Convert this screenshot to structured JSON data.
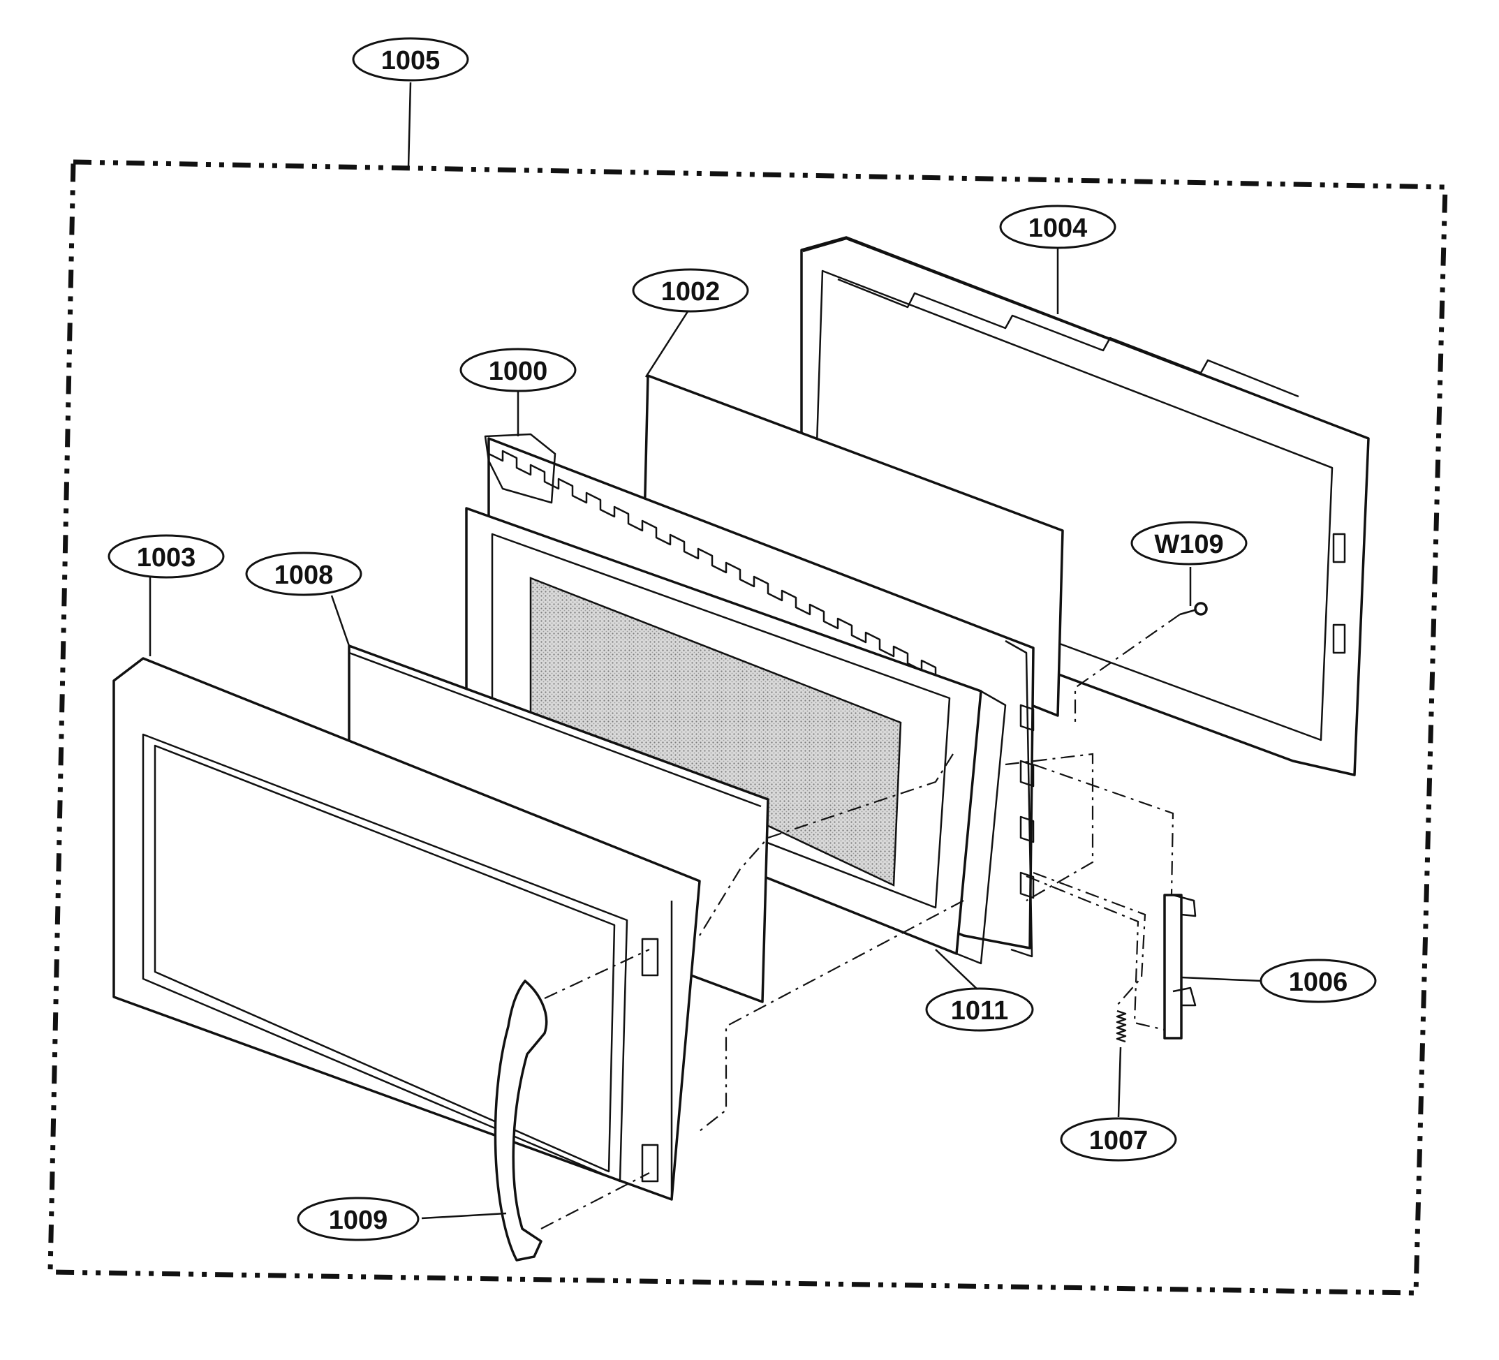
{
  "callouts": {
    "door_assembly": "1005",
    "choke_frame": "1000",
    "door_screen": "1002",
    "door_frame": "1003",
    "door_choke_cover": "1004",
    "latch_key": "1006",
    "latch_spring": "1007",
    "door_glass": "1008",
    "door_handle": "1009",
    "screen_mesh": "1011",
    "screw": "W109"
  }
}
